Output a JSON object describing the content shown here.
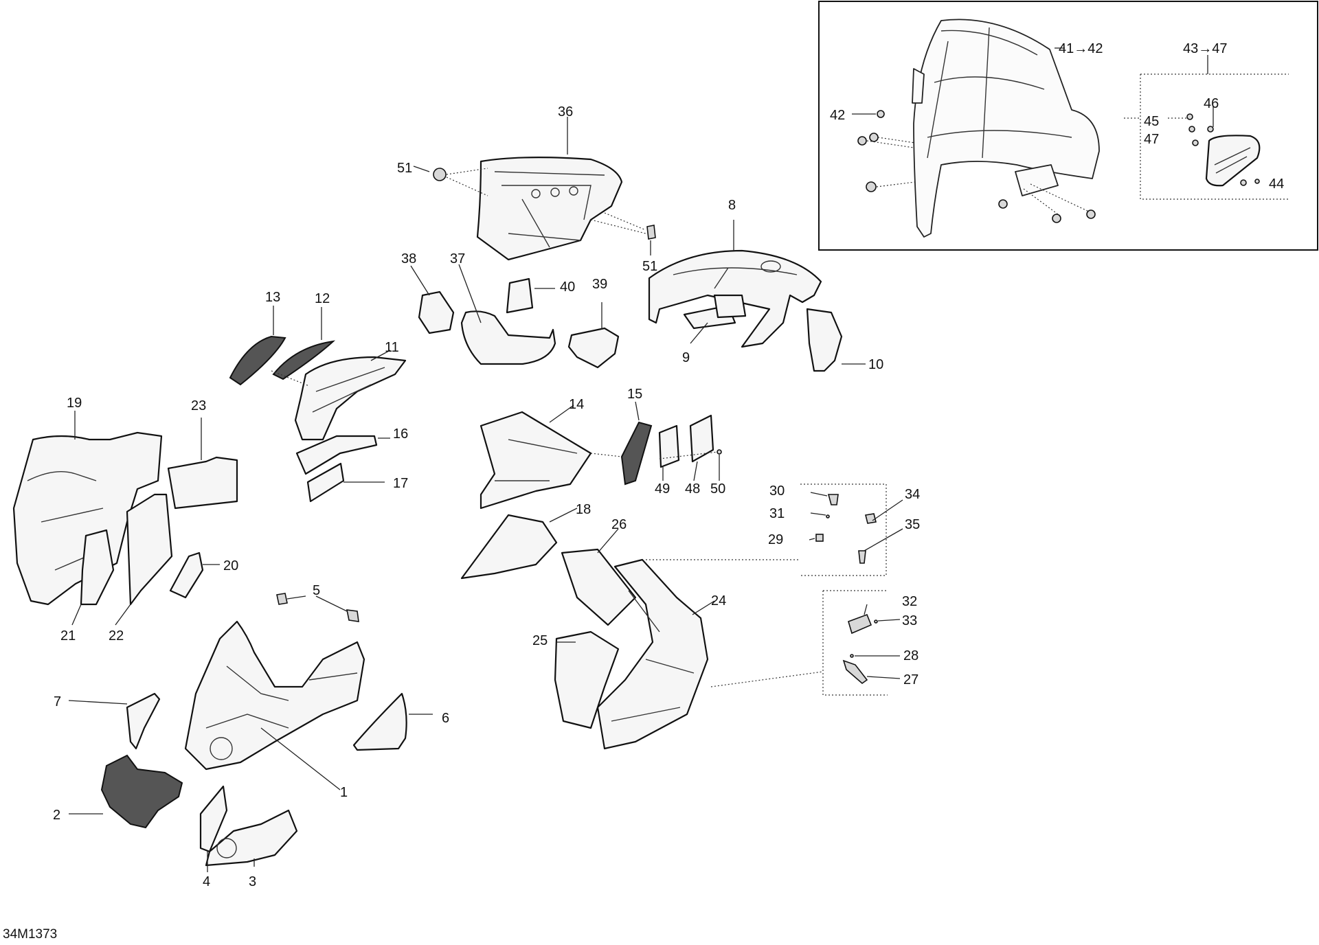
{
  "diagram": {
    "document_number": "34M1373",
    "callouts": {
      "c1": "1",
      "c2": "2",
      "c3": "3",
      "c4": "4",
      "c5": "5",
      "c6": "6",
      "c7": "7",
      "c8": "8",
      "c9": "9",
      "c10": "10",
      "c11": "11",
      "c12": "12",
      "c13": "13",
      "c14": "14",
      "c15": "15",
      "c16": "16",
      "c17": "17",
      "c18": "18",
      "c19": "19",
      "c20": "20",
      "c21": "21",
      "c22": "22",
      "c23": "23",
      "c24": "24",
      "c25": "25",
      "c26": "26",
      "c27": "27",
      "c28": "28",
      "c29": "29",
      "c30": "30",
      "c31": "31",
      "c32": "32",
      "c33": "33",
      "c34": "34",
      "c35": "35",
      "c36": "36",
      "c37": "37",
      "c38": "38",
      "c39": "39",
      "c40": "40",
      "c42": "42",
      "c4142": "41→42",
      "c4347": "43→47",
      "c44": "44",
      "c45": "45",
      "c46": "46",
      "c47": "47",
      "c48": "48",
      "c49": "49",
      "c50": "50",
      "c51a": "51",
      "c51b": "51"
    }
  }
}
